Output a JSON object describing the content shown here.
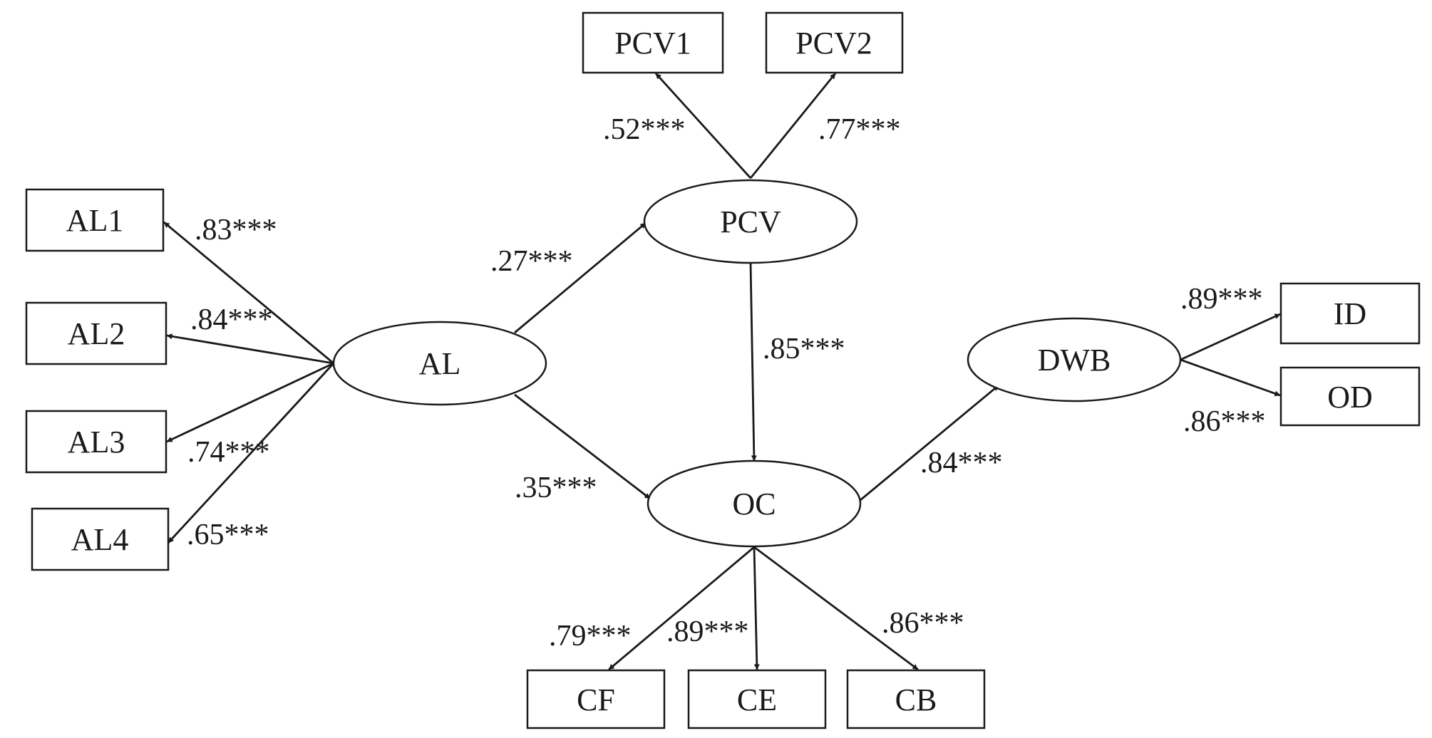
{
  "colors": {
    "line": "#1a1a1a",
    "background": "#ffffff"
  },
  "latent": {
    "al": "AL",
    "pcv": "PCV",
    "oc": "OC",
    "dwb": "DWB"
  },
  "indicators": {
    "al1": "AL1",
    "al2": "AL2",
    "al3": "AL3",
    "al4": "AL4",
    "pcv1": "PCV1",
    "pcv2": "PCV2",
    "cf": "CF",
    "ce": "CE",
    "cb": "CB",
    "id": "ID",
    "od": "OD"
  },
  "loadings": {
    "al_al1": ".83***",
    "al_al2": ".84***",
    "al_al3": ".74***",
    "al_al4": ".65***",
    "pcv_pcv1": ".52***",
    "pcv_pcv2": ".77***",
    "oc_cf": ".79***",
    "oc_ce": ".89***",
    "oc_cb": ".86***",
    "dwb_id": ".89***",
    "dwb_od": ".86***"
  },
  "paths": {
    "al_pcv": ".27***",
    "al_oc": ".35***",
    "pcv_oc": ".85***",
    "oc_dwb": ".84***"
  }
}
